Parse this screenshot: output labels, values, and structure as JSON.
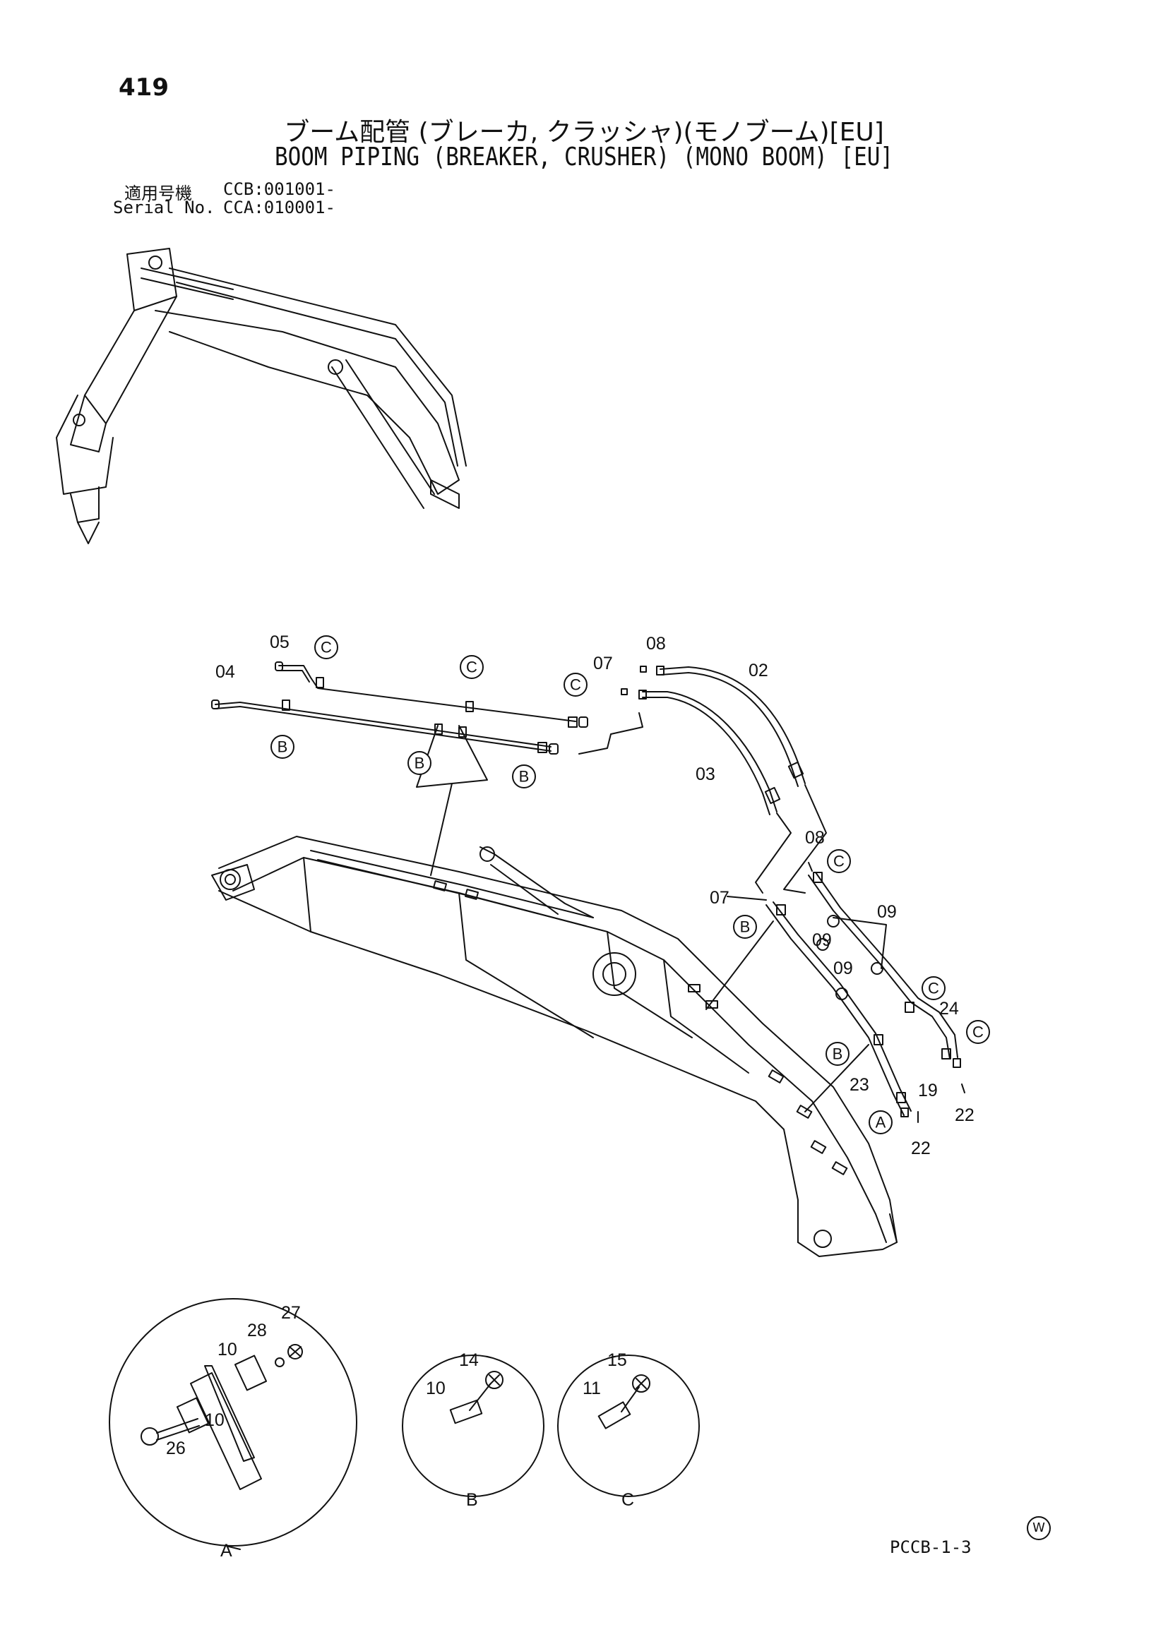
{
  "header": {
    "page_number": "419",
    "title_jp": "ブーム配管 (ブレーカ, クラッシャ)(モノブーム)[EU]",
    "title_en": "BOOM PIPING (BREAKER, CRUSHER) (MONO BOOM) [EU]",
    "serial_jp_label": "適用号機",
    "serial_jp_value": "CCB:001001-",
    "serial_en_label": "Serial No.",
    "serial_en_value": "CCA:010001-"
  },
  "footer": {
    "code": "PCCB-1-3",
    "mark": "W"
  },
  "callouts": {
    "c1": "C",
    "c2": "C",
    "c3": "C",
    "c4": "C",
    "c5": "C",
    "c6": "C",
    "b1": "B",
    "b2": "B",
    "b3": "B",
    "b4": "B",
    "b5": "B",
    "a1": "A"
  },
  "part_labels": {
    "p05": "05",
    "p04": "04",
    "p07a": "07",
    "p08a": "08",
    "p02": "02",
    "p03": "03",
    "p08b": "08",
    "p07b": "07",
    "p09a": "09",
    "p09b": "09",
    "p09c": "09",
    "p24": "24",
    "p19": "19",
    "p22a": "22",
    "p22b": "22",
    "p23": "23"
  },
  "detail_views": {
    "a": {
      "name": "A",
      "labels": {
        "d27": "27",
        "d28": "28",
        "d10a": "10",
        "d10b": "10",
        "d26": "26"
      }
    },
    "b": {
      "name": "B",
      "labels": {
        "d14": "14",
        "d10": "10"
      }
    },
    "c": {
      "name": "C",
      "labels": {
        "d15": "15",
        "d11": "11"
      }
    }
  }
}
